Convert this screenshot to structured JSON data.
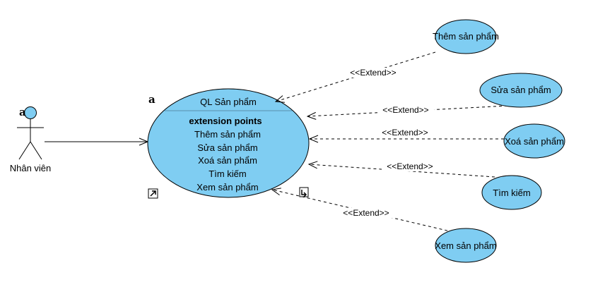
{
  "actor": {
    "name": "Nhân viên"
  },
  "main_use_case": {
    "name": "QL Sản phẩm",
    "extension_points_title": "extension points",
    "extension_points": [
      "Thêm sản phẩm",
      "Sửa sản phẩm",
      "Xoá sản phẩm",
      "Tìm kiếm",
      "Xem sản phẩm"
    ]
  },
  "extending_use_cases": [
    "Thêm sản phẩm",
    "Sửa sản phẩm",
    "Xoá sản phẩm",
    "Tìm kiếm",
    "Xem sản phẩm"
  ],
  "relationship_label": "<<Extend>>",
  "marks": {
    "abstract": "a"
  },
  "colors": {
    "use_case_fill": "#7fcdf2",
    "line": "#000000"
  }
}
